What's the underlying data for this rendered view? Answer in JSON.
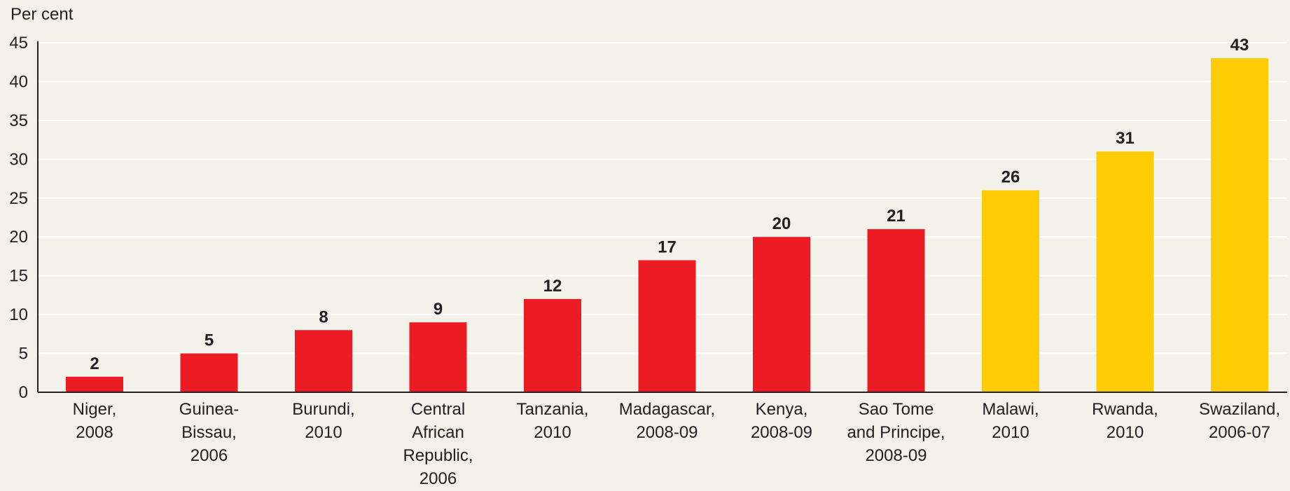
{
  "chart_data": {
    "type": "bar",
    "ylabel": "Per cent",
    "ylim": [
      0,
      45
    ],
    "yticks": [
      0,
      5,
      10,
      15,
      20,
      25,
      30,
      35,
      40,
      45
    ],
    "grid": true,
    "categories": [
      [
        "Niger,",
        "2008"
      ],
      [
        "Guinea-",
        "Bissau,",
        "2006"
      ],
      [
        "Burundi,",
        "2010"
      ],
      [
        "Central",
        "African",
        "Republic,",
        "2006"
      ],
      [
        "Tanzania,",
        "2010"
      ],
      [
        "Madagascar,",
        "2008-09"
      ],
      [
        "Kenya,",
        "2008-09"
      ],
      [
        "Sao Tome",
        "and Principe,",
        "2008-09"
      ],
      [
        "Malawi,",
        "2010"
      ],
      [
        "Rwanda,",
        "2010"
      ],
      [
        "Swaziland,",
        "2006-07"
      ]
    ],
    "values": [
      2,
      5,
      8,
      9,
      12,
      17,
      20,
      21,
      26,
      31,
      43
    ],
    "value_labels": [
      "2",
      "5",
      "8",
      "9",
      "12",
      "17",
      "20",
      "21",
      "26",
      "31",
      "43"
    ],
    "bar_colors": [
      "#ed1c24",
      "#ed1c24",
      "#ed1c24",
      "#ed1c24",
      "#ed1c24",
      "#ed1c24",
      "#ed1c24",
      "#ed1c24",
      "#ffcb05",
      "#ffcb05",
      "#ffcb05"
    ],
    "colors": {
      "background": "#f2f1ea",
      "grid": "#ffffff",
      "axis": "#231f20"
    }
  }
}
